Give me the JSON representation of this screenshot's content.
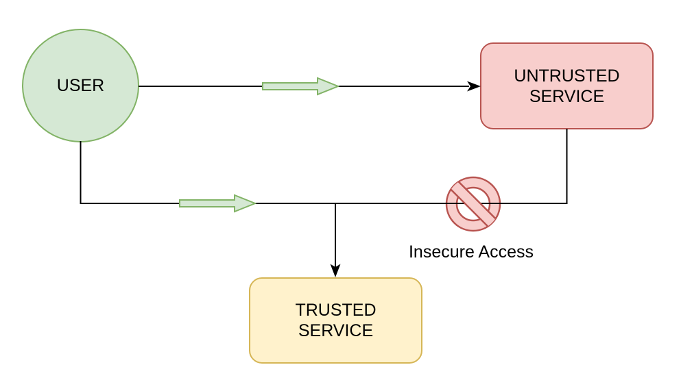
{
  "diagram": {
    "background_color": "#ffffff",
    "connector_color": "#000000",
    "nodes": {
      "user": {
        "label": "USER",
        "shape": "ellipse",
        "fill": "#d5e8d4",
        "stroke": "#82b366"
      },
      "untrusted_service": {
        "label": "UNTRUSTED\nSERVICE",
        "shape": "rounded-rectangle",
        "fill": "#f8cecc",
        "stroke": "#b85450"
      },
      "trusted_service": {
        "label": "TRUSTED\nSERVICE",
        "shape": "rounded-rectangle",
        "fill": "#fff2cc",
        "stroke": "#d6b656"
      }
    },
    "edges": [
      {
        "from": "USER",
        "to": "UNTRUSTED SERVICE",
        "style": "solid-arrow"
      },
      {
        "from": "USER",
        "to": "TRUSTED SERVICE",
        "style": "solid-arrow"
      },
      {
        "from": "UNTRUSTED SERVICE",
        "to": "USER-TRUSTED connector",
        "style": "solid-line",
        "blocked": true
      }
    ],
    "flow_marker": {
      "shape": "fat-arrow-right",
      "fill": "#d5e8d4",
      "stroke": "#82b366",
      "count": 2
    },
    "prohibition": {
      "label": "Insecure Access",
      "icon": "no-entry-icon",
      "fill": "#f8cecc",
      "stroke": "#b85450",
      "inner_fill": "#ffffff"
    }
  }
}
